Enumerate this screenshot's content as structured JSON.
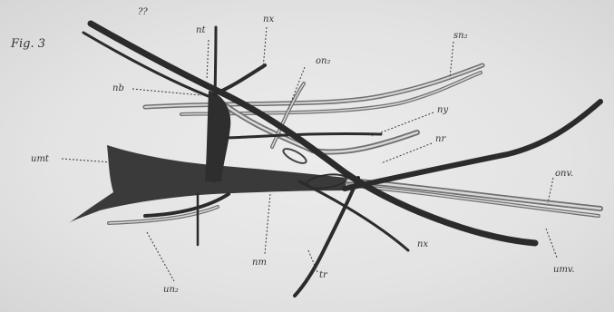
{
  "figure_label": "Fig. 3",
  "labels": {
    "q": "??",
    "nt": "nt",
    "nx_top": "nx",
    "on2": "on₂",
    "sn2": "sn₂",
    "nb": "nb",
    "ny": "ny",
    "umt": "umt",
    "nr": "nr",
    "onv": "onv.",
    "umv": "umv.",
    "nx_bottom": "nx",
    "nm": "nm",
    "tr": "tr",
    "un2": "un₂"
  }
}
